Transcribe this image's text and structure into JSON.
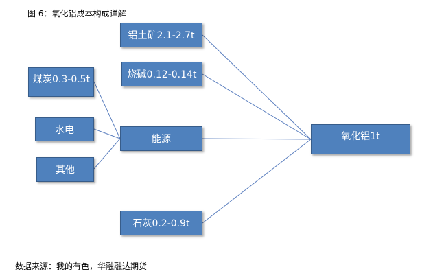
{
  "title": "图 6：氧化铝成本构成详解",
  "source": "数据来源：我的有色，华融融达期货",
  "nodes": {
    "bauxite": "铝土矿2.1-2.7t",
    "caustic_soda": "烧碱0.12-0.14t",
    "coal": "煤炭0.3-0.5t",
    "hydro": "水电",
    "other": "其他",
    "energy": "能源",
    "lime": "石灰0.2-0.9t",
    "alumina": "氧化铝1t"
  },
  "colors": {
    "node_fill": "#4f81bd",
    "node_border": "#385d8a",
    "node_text": "#ffffff",
    "line": "#5b7fbf"
  }
}
